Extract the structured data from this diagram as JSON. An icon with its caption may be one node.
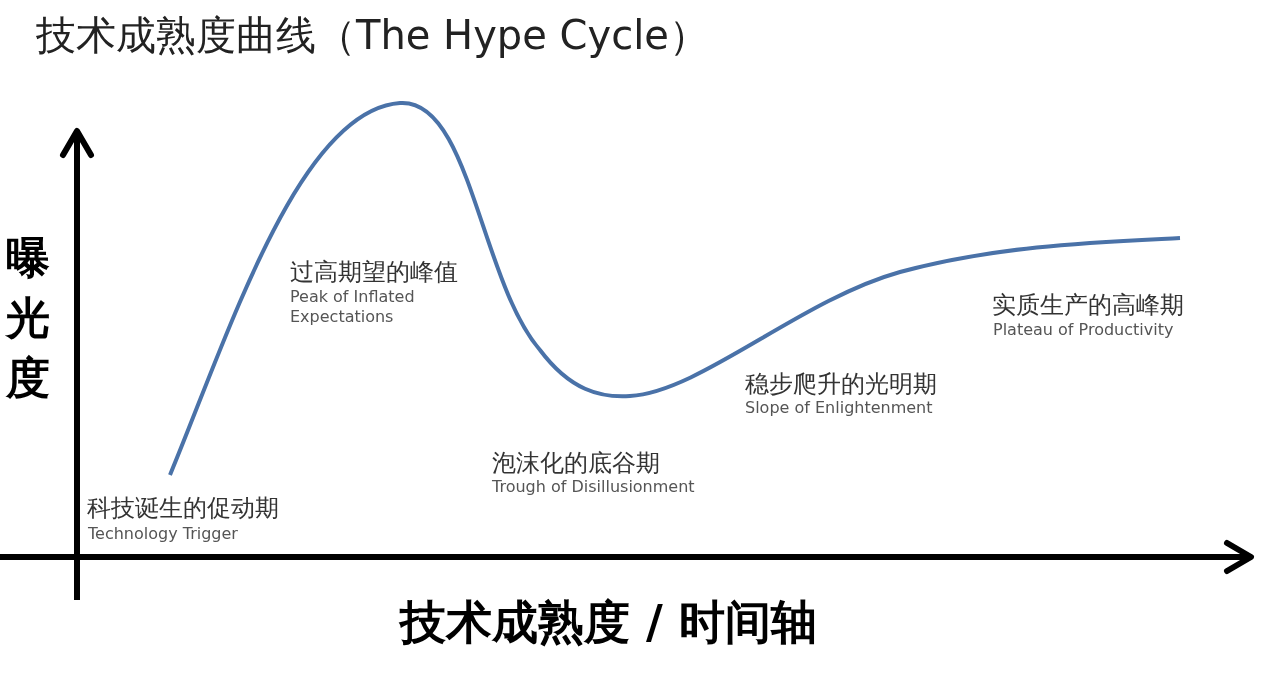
{
  "diagram": {
    "title": "技术成熟度曲线（The Hype Cycle）",
    "labels": [
      "科技诞生的促动期",
      "Technology Trigger",
      "过高期望的峰值",
      "Peak of Inflated Expectations",
      "泡沫化的底谷期",
      "Trough of Disillusionment",
      "稳步爬升的光明期",
      "Slope of Enlightenment",
      "实质生产的高峰期",
      "Plateau of Productivity",
      "曝光度",
      "技术成熟度 / 时间轴"
    ]
  }
}
